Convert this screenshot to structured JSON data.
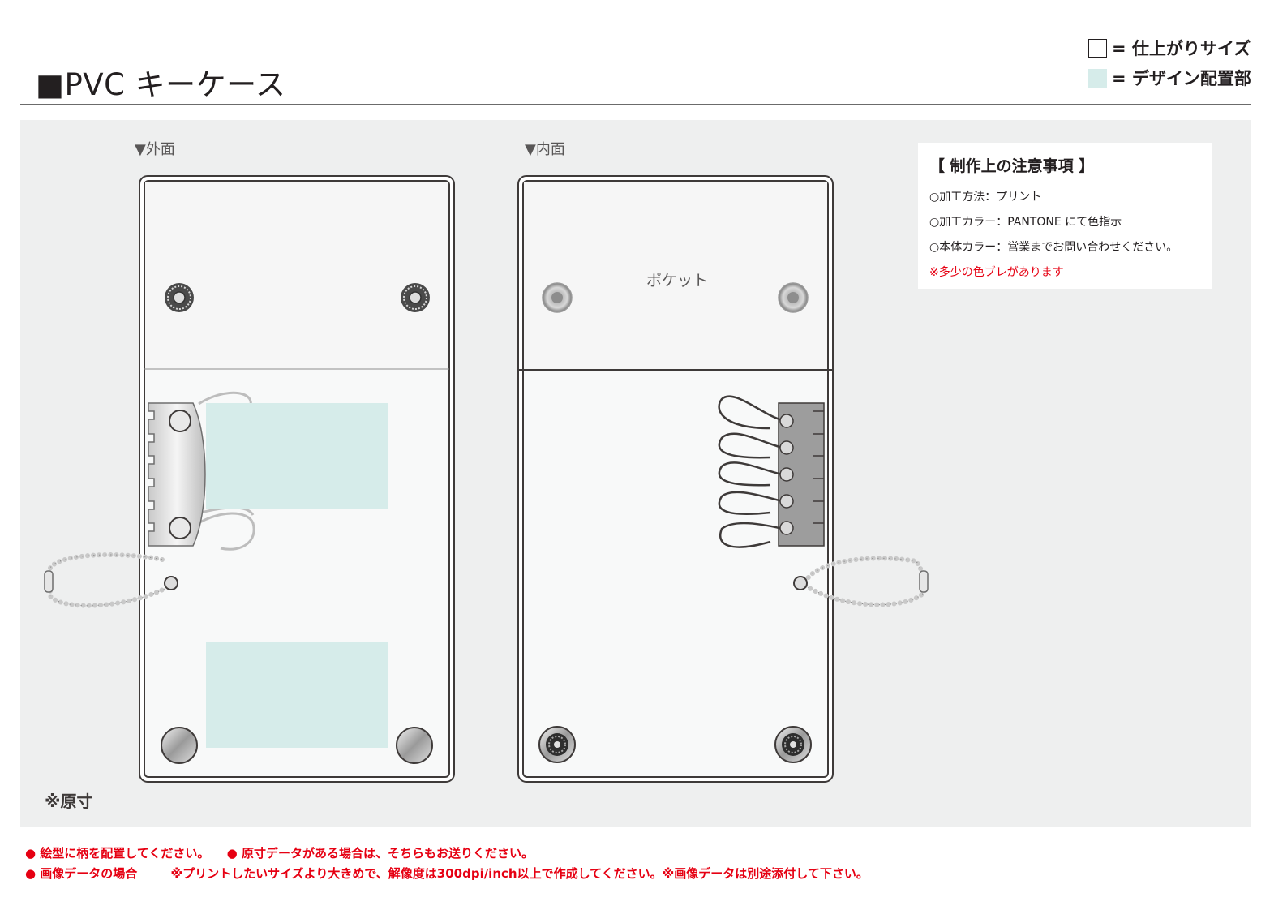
{
  "header": {
    "title": "■PVC キーケース",
    "legend": [
      {
        "label": "= 仕上がりサイズ"
      },
      {
        "label": "= デザイン配置部"
      }
    ]
  },
  "colors": {
    "design_area": "#d6ecea",
    "panel_bg": "#eeefef",
    "warning_red": "#e60012"
  },
  "outside": {
    "label": "▼外面"
  },
  "inside": {
    "label": "▼内面",
    "pocket_label": "ポケット"
  },
  "notes": {
    "title": "【 制作上の注意事項 】",
    "lines": [
      "○加工方法：プリント",
      "○加工カラー：PANTONE にて色指示",
      "○本体カラー：営業までお問い合わせください。"
    ],
    "warning": "※多少の色ブレがあります"
  },
  "scale_note": "※原寸",
  "footer": {
    "line1": [
      "● 絵型に柄を配置してください。",
      "● 原寸データがある場合は、そちらもお送りください。"
    ],
    "line2": [
      "● 画像データの場合",
      "※プリントしたいサイズより大きめで、解像度は300dpi/inch以上で作成してください。※画像データは別途添付して下さい。"
    ]
  }
}
